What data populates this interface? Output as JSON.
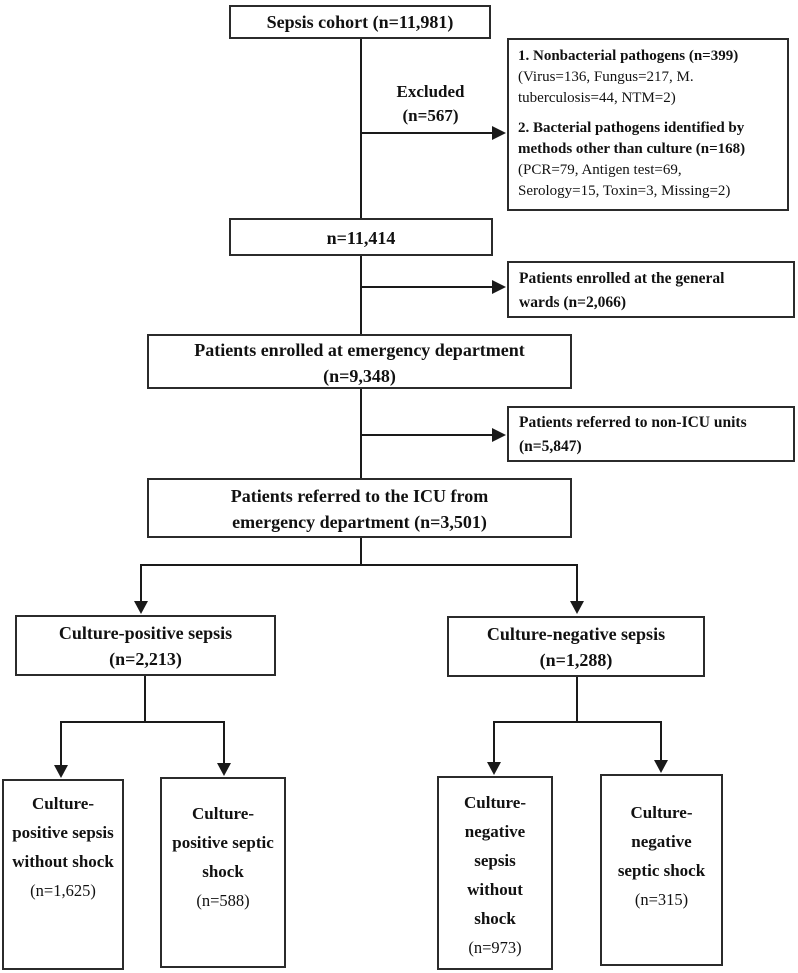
{
  "colors": {
    "background": "#ffffff",
    "line": "#1a1a1a",
    "box_border": "#2b2b2b",
    "text": "#111111"
  },
  "flow": {
    "sepsis_cohort": "Sepsis cohort (n=11,981)",
    "excluded": {
      "line1": "Excluded",
      "line2": "(n=567)"
    },
    "exclusion": {
      "lines": [
        {
          "text": "1. Nonbacterial pathogens (n=399)"
        },
        {
          "text": "(Virus=136, Fungus=217, M."
        },
        {
          "text": "tuberculosis=44, NTM=2)"
        },
        {
          "text": "2. Bacterial pathogens identified by"
        },
        {
          "text": "methods other than culture (n=168)"
        },
        {
          "text": "(PCR=79, Antigen test=69,"
        },
        {
          "text": "Serology=15, Toxin=3, Missing=2)"
        }
      ]
    },
    "n_after_exclusion": "n=11,414",
    "general_wards": {
      "line1": "Patients enrolled at the general",
      "line2": "wards (n=2,066)"
    },
    "emergency": {
      "line1": "Patients enrolled at emergency department",
      "line2": "(n=9,348)"
    },
    "non_icu": {
      "line1": "Patients referred to non-ICU units",
      "line2": "(n=5,847)"
    },
    "icu": {
      "line1": "Patients referred to the ICU from",
      "line2": "emergency department (n=3,501)"
    },
    "culture_positive": {
      "line1": "Culture-positive sepsis",
      "line2": "(n=2,213)"
    },
    "culture_negative": {
      "line1": "Culture-negative sepsis",
      "line2": "(n=1,288)"
    },
    "cpos_no_shock": {
      "title": "Culture-positive sepsis without shock",
      "count": "(n=1,625)"
    },
    "cpos_shock": {
      "title": "Culture-positive septic shock",
      "count": "(n=588)"
    },
    "cneg_no_shock": {
      "title": "Culture-negative sepsis without shock",
      "count": "(n=973)"
    },
    "cneg_shock": {
      "title": "Culture-negative septic shock",
      "count": "(n=315)"
    }
  }
}
